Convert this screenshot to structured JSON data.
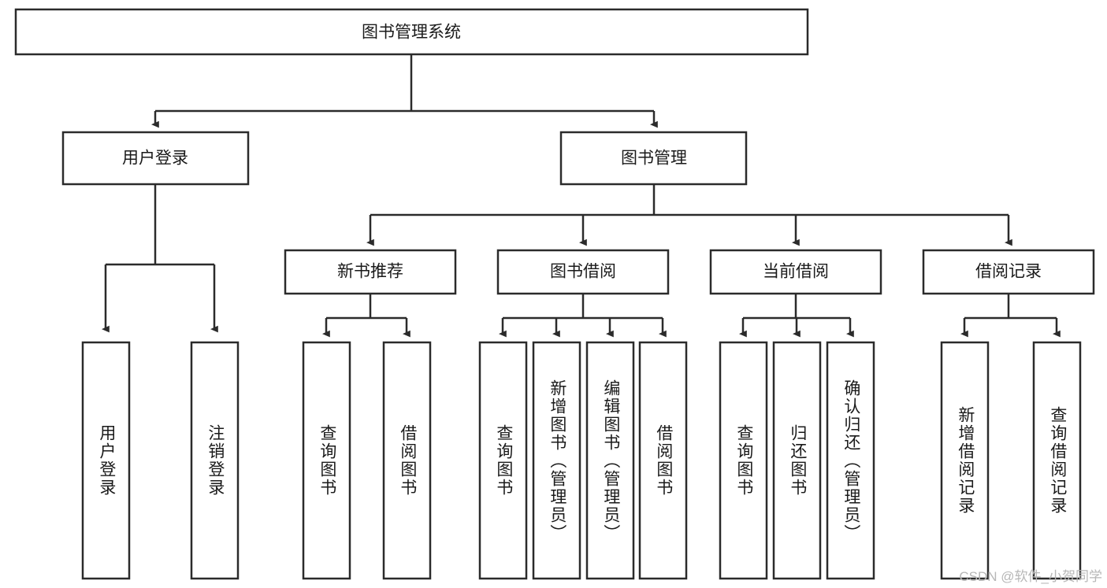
{
  "diagram": {
    "title": "图书管理系统",
    "type": "tree-hierarchy",
    "watermark": "CSDN @软件_小贺同学",
    "colors": {
      "box_stroke": "#2b2b2b",
      "box_fill": "#ffffff",
      "text": "#1a1a1a",
      "background": "#ffffff",
      "watermark": "#b7b7b7"
    },
    "levels": {
      "root": {
        "label": "图书管理系统"
      },
      "level2": [
        {
          "label": "用户登录"
        },
        {
          "label": "图书管理"
        }
      ],
      "level3": [
        {
          "label": "新书推荐"
        },
        {
          "label": "图书借阅"
        },
        {
          "label": "当前借阅"
        },
        {
          "label": "借阅记录"
        }
      ],
      "leaves": {
        "user_login": [
          {
            "label": "用户登录"
          },
          {
            "label": "注销登录"
          }
        ],
        "new_book_recommend": [
          {
            "label": "查询图书"
          },
          {
            "label": "借阅图书"
          }
        ],
        "book_borrow": [
          {
            "label": "查询图书"
          },
          {
            "label": "新增图书（管理员）"
          },
          {
            "label": "编辑图书（管理员）"
          },
          {
            "label": "借阅图书"
          }
        ],
        "current_borrow": [
          {
            "label": "查询图书"
          },
          {
            "label": "归还图书"
          },
          {
            "label": "确认归还（管理员）"
          }
        ],
        "borrow_record": [
          {
            "label": "新增借阅记录"
          },
          {
            "label": "查询借阅记录"
          }
        ]
      }
    }
  }
}
